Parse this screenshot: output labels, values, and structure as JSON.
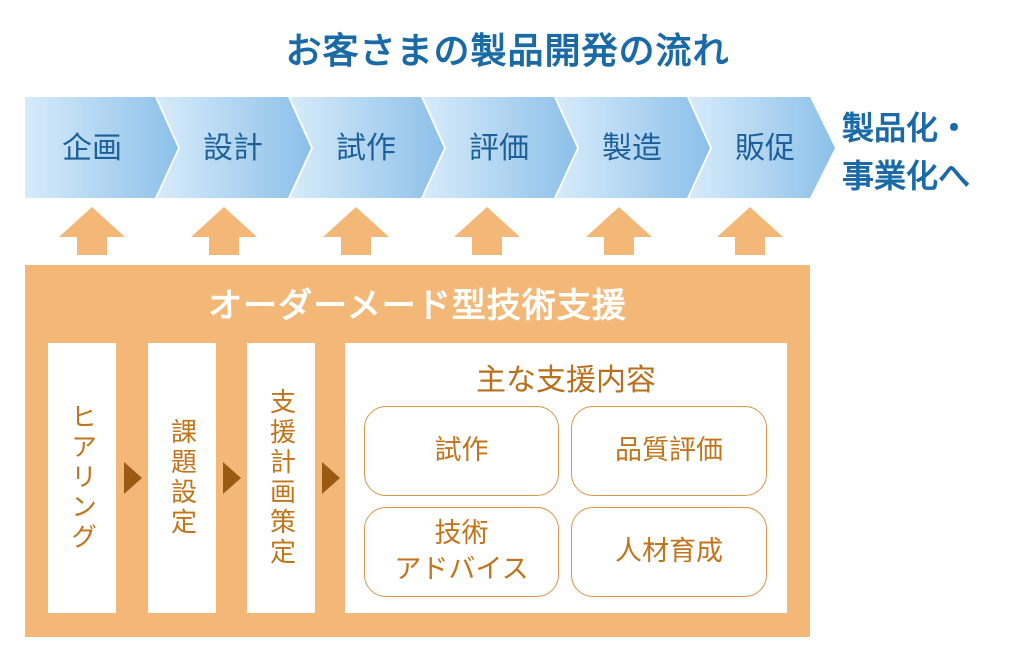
{
  "title": "お客さまの製品開発の流れ",
  "flow_steps": [
    "企画",
    "設計",
    "試作",
    "評価",
    "製造",
    "販促"
  ],
  "result": {
    "line1": "製品化・",
    "line2": "事業化へ"
  },
  "support": {
    "title": "オーダーメード型技術支援",
    "phases": [
      "ヒアリング",
      "課題設定",
      "支援計画策定"
    ],
    "contents_title": "主な支援内容",
    "contents": [
      {
        "line1": "試作",
        "line2": ""
      },
      {
        "line1": "品質評価",
        "line2": ""
      },
      {
        "line1": "技術",
        "line2": "アドバイス"
      },
      {
        "line1": "人材育成",
        "line2": ""
      }
    ]
  },
  "colors": {
    "title_blue": "#1a6aa8",
    "chevron_light": "#d3e8f8",
    "chevron_dark": "#8cc0e9",
    "support_orange": "#f3b878",
    "text_orange": "#c2741b",
    "phase_arrow": "#9a5a12"
  }
}
